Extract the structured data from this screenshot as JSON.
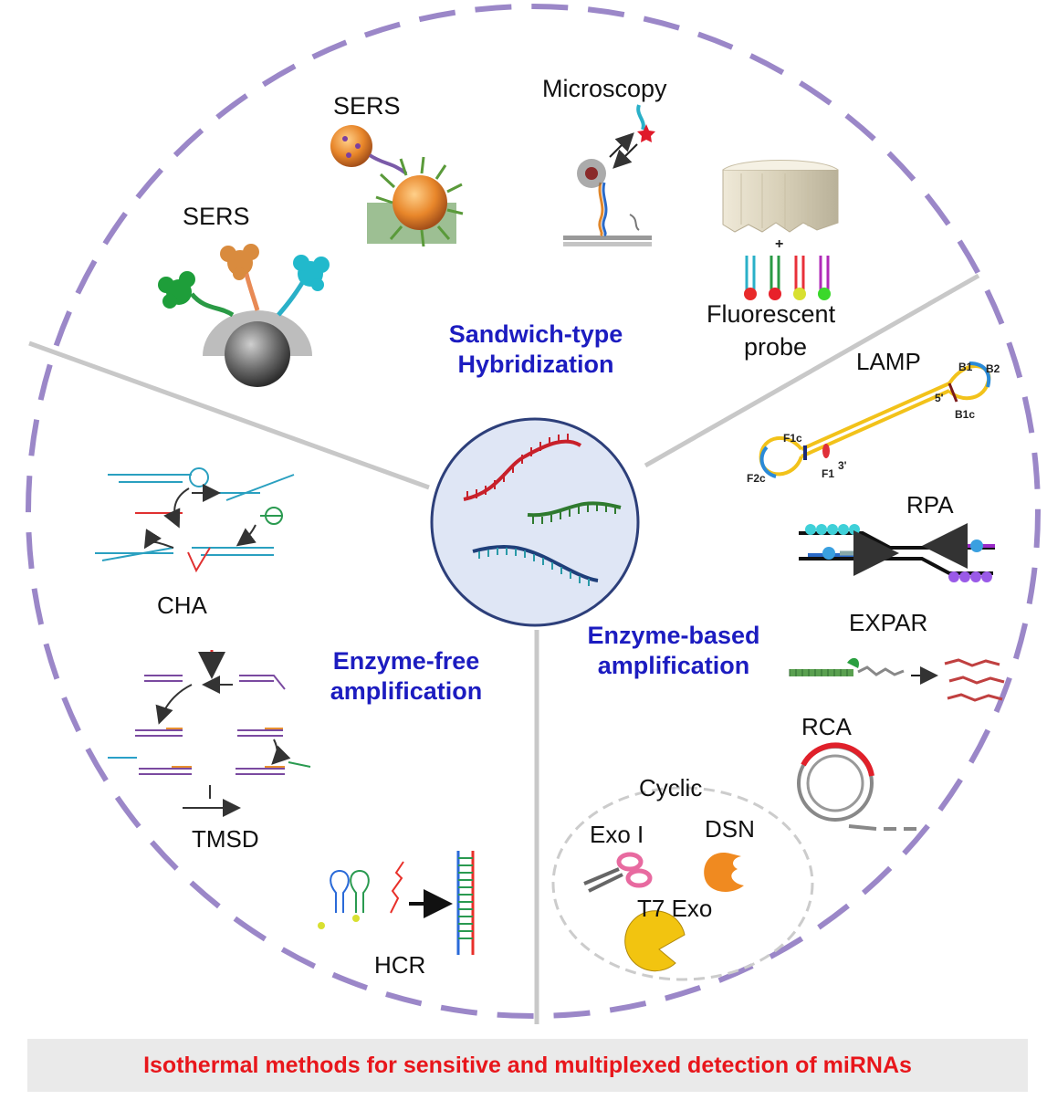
{
  "center": {
    "title_line1": "Sandwich-type",
    "title_line2": "Hybridization"
  },
  "sections": {
    "enzyme_free_line1": "Enzyme-free",
    "enzyme_free_line2": "amplification",
    "enzyme_based_line1": "Enzyme-based",
    "enzyme_based_line2": "amplification"
  },
  "labels": {
    "sers_left": "SERS",
    "sers_top": "SERS",
    "microscopy": "Microscopy",
    "fluorescent_line1": "Fluorescent",
    "fluorescent_line2": "probe",
    "lamp": "LAMP",
    "rpa": "RPA",
    "expar": "EXPAR",
    "rca": "RCA",
    "cyclic": "Cyclic",
    "exo1": "Exo I",
    "dsn": "DSN",
    "t7exo": "T7 Exo",
    "cha": "CHA",
    "tmsd": "TMSD",
    "hcr": "HCR"
  },
  "lamp_marks": {
    "b1": "B1",
    "b2": "B2",
    "five_prime": "5'",
    "b1c": "B1c",
    "f1c": "F1c",
    "f2c": "F2c",
    "f1": "F1",
    "three_prime": "3'"
  },
  "fluorescent_plus": "+",
  "footer": "Isothermal methods for sensitive and multiplexed detection of miRNAs",
  "colors": {
    "dashed_circle": "#9b87c8",
    "divider": "#c8c8c8",
    "section_title": "#1c1cc0",
    "footer_text": "#e8161b",
    "footer_bg": "#eaeaea",
    "center_circle_fill": "#dfe6f5"
  },
  "icons": [
    "gold-nanoparticle-icon",
    "star-fluorophore-icon",
    "nanopore-icon",
    "scissors-icon",
    "dsn-enzyme-icon",
    "t7-exo-pacman-icon",
    "arrow-icon"
  ]
}
